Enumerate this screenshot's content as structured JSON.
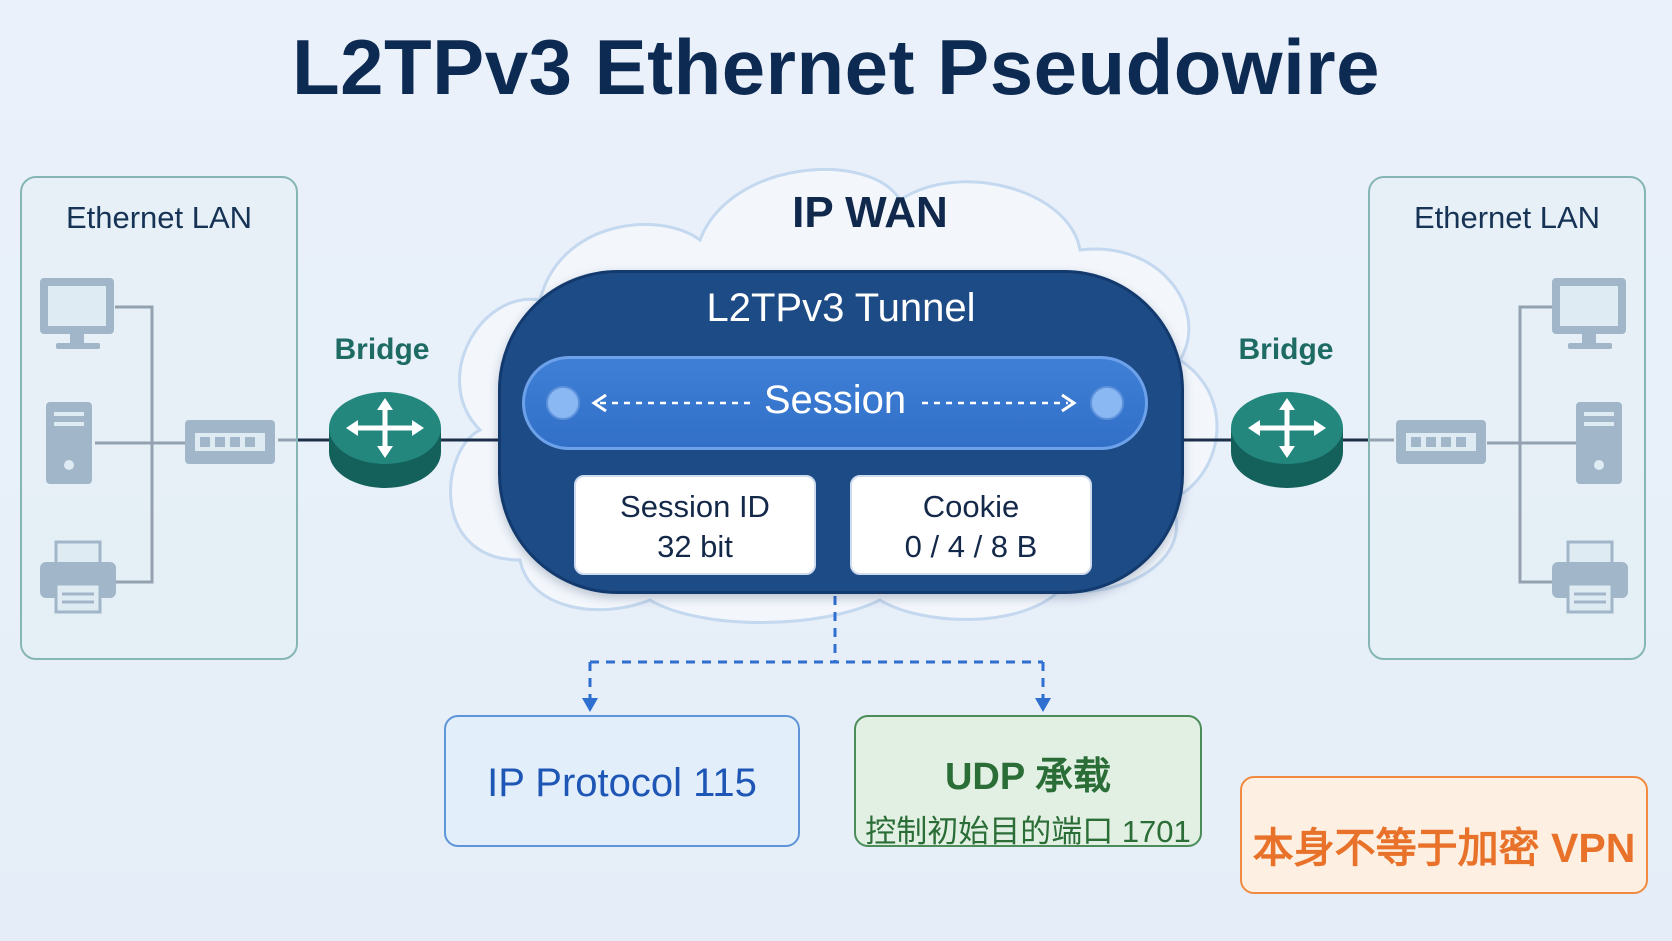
{
  "title": "L2TPv3 Ethernet Pseudowire",
  "left_lan": {
    "title": "Ethernet LAN"
  },
  "right_lan": {
    "title": "Ethernet LAN"
  },
  "left_bridge": {
    "label": "Bridge"
  },
  "right_bridge": {
    "label": "Bridge"
  },
  "wan": {
    "title": "IP WAN"
  },
  "tunnel": {
    "title": "L2TPv3 Tunnel",
    "session_label": "Session",
    "session_id": {
      "title": "Session ID",
      "value": "32 bit"
    },
    "cookie": {
      "title": "Cookie",
      "value": "0 / 4 / 8 B"
    }
  },
  "transports": {
    "ip": {
      "label": "IP Protocol 115"
    },
    "udp": {
      "label": "UDP 承载",
      "sub": "控制初始目的端口 1701"
    }
  },
  "note": {
    "text": "本身不等于加密 VPN"
  },
  "colors": {
    "title": "#0d2a52",
    "tunnel": "#1d4b86",
    "session": "#3a78d0",
    "bridge": "#1d7a72",
    "ip_accent": "#1d56b5",
    "udp_accent": "#2a6d36",
    "warning_accent": "#e8722a"
  },
  "icons": [
    "computer-icon",
    "server-tower-icon",
    "printer-icon",
    "switch-icon",
    "router-icon",
    "cloud-icon",
    "bidirectional-arrow-icon"
  ]
}
